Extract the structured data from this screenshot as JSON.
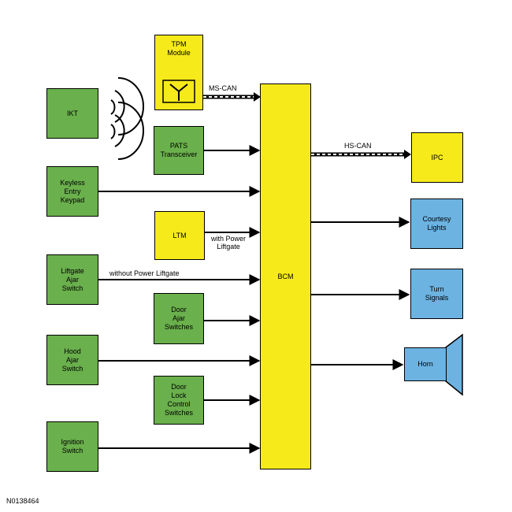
{
  "blocks": {
    "tpm": "TPM\nModule",
    "ikt": "IKT",
    "pats": "PATS\nTransceiver",
    "keypad": "Keyless\nEntry\nKeypad",
    "ltm": "LTM",
    "liftgate": "Liftgate\nAjar\nSwitch",
    "door_ajar": "Door\nAjar\nSwitches",
    "hood": "Hood\nAjar\nSwitch",
    "door_lock": "Door\nLock\nControl\nSwitches",
    "ignition": "Ignition\nSwitch",
    "bcm": "BCM",
    "ipc": "IPC",
    "courtesy": "Courtesy\nLights",
    "turn": "Turn\nSignals",
    "horn": "Horn"
  },
  "labels": {
    "ms_can": "MS-CAN",
    "hs_can": "HS-CAN",
    "with_power_liftgate": "with Power\nLiftgate",
    "without_power_liftgate": "without Power Liftgate"
  },
  "reference": "N0138464",
  "colors": {
    "input": "#6ab04c",
    "module": "#f6ea1a",
    "output": "#6cb3e2"
  }
}
